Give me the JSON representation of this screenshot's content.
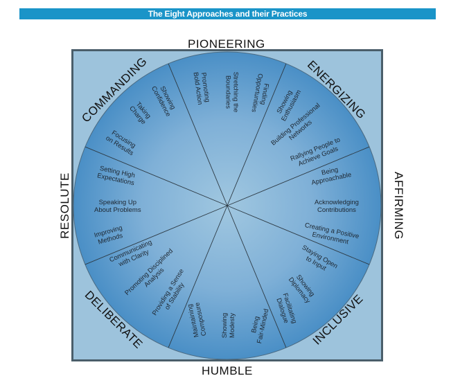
{
  "title": "The Eight Approaches and their Practices",
  "colors": {
    "title_bar": "#1a94c8",
    "frame_border": "#4a5e6a",
    "frame_fill": "#9dc3dc",
    "wheel_center": "#9ec6e0",
    "wheel_edge": "#4a8fc6",
    "divider": "#2d3a44"
  },
  "approaches": [
    {
      "name": "PIONEERING",
      "practices": [
        "Promoting\nBold Action",
        "Stretching the\nBoundaries",
        "Finding\nOpportunities"
      ]
    },
    {
      "name": "ENERGIZING",
      "practices": [
        "Showing\nEnthusiasm",
        "Building Professional\nNetworks",
        "Rallying People to\nAchieve Goals"
      ]
    },
    {
      "name": "AFFIRMING",
      "practices": [
        "Being\nApproachable",
        "Acknowledging\nContributions",
        "Creating a Positive\nEnvironment"
      ]
    },
    {
      "name": "INCLUSIVE",
      "practices": [
        "Staying Open\nto Input",
        "Showing\nDiplomacy",
        "Facilitating\nDialogue"
      ]
    },
    {
      "name": "HUMBLE",
      "practices": [
        "Being\nFair-Minded",
        "Showing\nModesty",
        "Maintaining\nComposure"
      ]
    },
    {
      "name": "DELIBERATE",
      "practices": [
        "Providing a Sense\nof Stability",
        "Promoting Disciplined\nAnalysis",
        "Communicating\nwith Clarity"
      ]
    },
    {
      "name": "RESOLUTE",
      "practices": [
        "Improving\nMethods",
        "Speaking Up\nAbout Problems",
        "Setting High\nExpectations"
      ]
    },
    {
      "name": "COMMANDING",
      "practices": [
        "Focusing\non Results",
        "Taking\nCharge",
        "Showing\nConfidence"
      ]
    }
  ]
}
